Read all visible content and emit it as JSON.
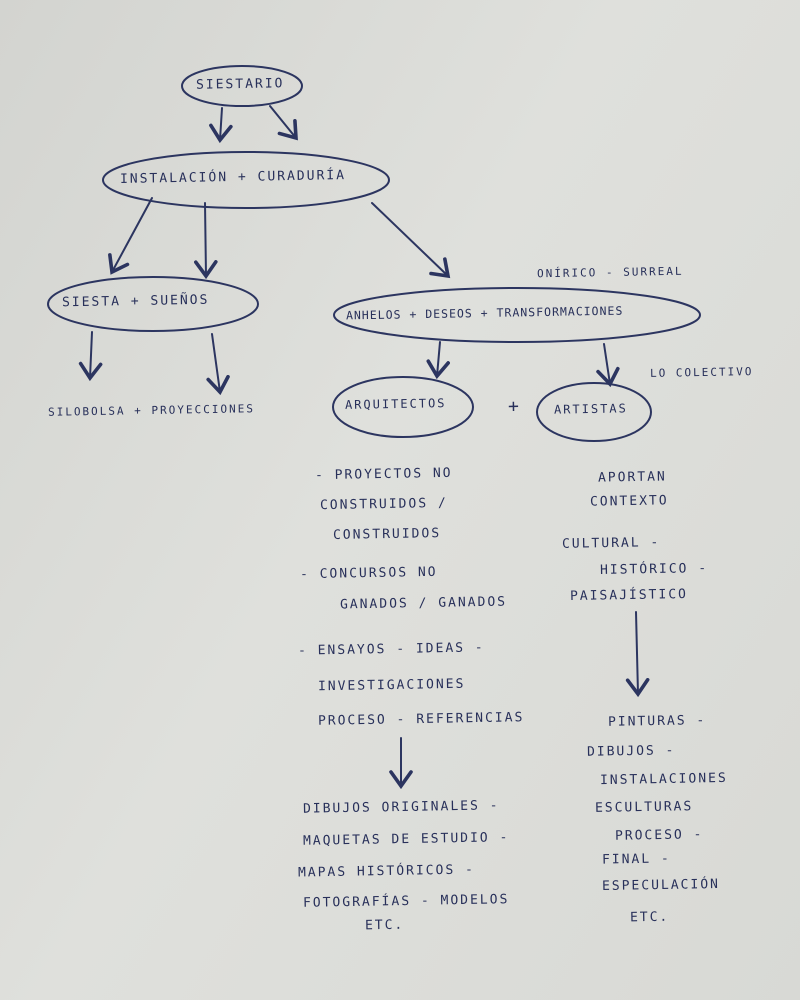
{
  "nodes": {
    "root": "SIESTARIO",
    "level1": "INSTALACIÓN + CURADURÍA",
    "left": "SIESTA + SUEÑOS",
    "left_out": "SILOBOLSA + PROYECCIONES",
    "right_note": "ONÍRICO - SURREAL",
    "right": "ANHELOS + DESEOS + TRANSFORMACIONES",
    "right_note2": "LO COLECTIVO",
    "architects": "ARQUITECTOS",
    "plus": "+",
    "artists": "ARTISTAS"
  },
  "architects_list": [
    "- PROYECTOS NO",
    "CONSTRUIDOS /",
    "CONSTRUIDOS",
    "- CONCURSOS NO",
    "GANADOS / GANADOS",
    "- ENSAYOS - IDEAS -",
    "INVESTIGACIONES",
    "PROCESO - REFERENCIAS"
  ],
  "architects_output": [
    "DIBUJOS ORIGINALES -",
    "MAQUETAS DE ESTUDIO -",
    "MAPAS HISTÓRICOS -",
    "FOTOGRAFÍAS - MODELOS",
    "ETC."
  ],
  "artists_list": [
    "APORTAN",
    "CONTEXTO",
    "CULTURAL -",
    "HISTÓRICO -",
    "PAISAJÍSTICO"
  ],
  "artists_output": [
    "PINTURAS -",
    "DIBUJOS -",
    "INSTALACIONES",
    "ESCULTURAS",
    "PROCESO -",
    "FINAL -",
    "ESPECULACIÓN",
    "ETC."
  ]
}
